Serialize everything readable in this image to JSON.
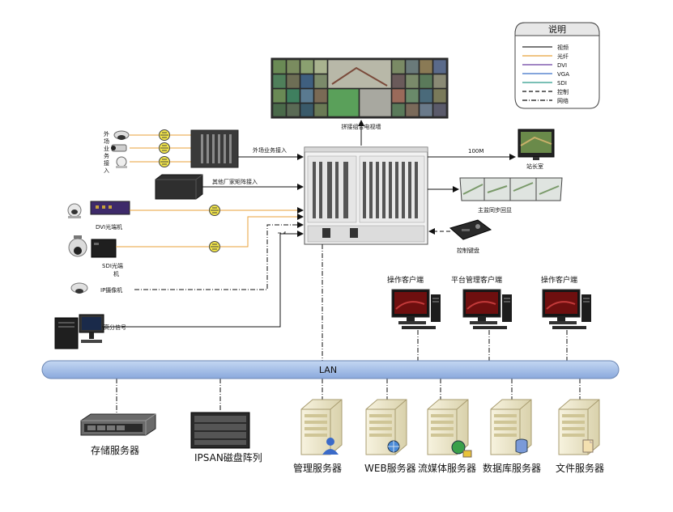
{
  "legend": {
    "title": "说明",
    "items": [
      {
        "label": "视频",
        "color": "#2a2a2a",
        "dash": "solid"
      },
      {
        "label": "光纤",
        "color": "#e8a23a",
        "dash": "solid"
      },
      {
        "label": "DVI",
        "color": "#6a3fa0",
        "dash": "solid"
      },
      {
        "label": "VGA",
        "color": "#3a6fc8",
        "dash": "solid"
      },
      {
        "label": "SDI",
        "color": "#2a9a8a",
        "dash": "solid"
      },
      {
        "label": "控制",
        "color": "#111111",
        "dash": "dash"
      },
      {
        "label": "网络",
        "color": "#111111",
        "dash": "dashdot"
      }
    ]
  },
  "labels": {
    "video_wall": "拼接组合电视墙",
    "external_access_vertical": "外场业务接入",
    "external_access": "外场业务接入",
    "other_matrix": "其他厂家矩阵接入",
    "dvi_optical": "DVI光端机",
    "sdi_optical_1": "SDI光端",
    "sdi_optical_2": "机",
    "ip_camera": "IP摄像机",
    "hd_signal": "高分信号",
    "bandwidth": "100M",
    "station_room": "站长室",
    "main_monitor": "主监同步回显",
    "control_keyboard": "控制键盘",
    "client_left": "操作客户端",
    "client_mid": "平台管理客户端",
    "client_right": "操作客户端",
    "lan": "LAN",
    "storage_server": "存储服务器",
    "ipsan": "IPSAN磁盘阵列",
    "mgmt_server": "管理服务器",
    "web_server": "WEB服务器",
    "media_server": "流媒体服务器",
    "db_server": "数据库服务器",
    "file_server": "文件服务器"
  },
  "colors": {
    "lan_bus": "#aac4ec",
    "lan_stroke": "#6b86b3",
    "fiber": "#e8a23a",
    "chassis": "#f2f2f2",
    "server_body": "#efe9cf"
  },
  "icons": [
    "dome-camera-icon",
    "bullet-camera-icon",
    "fiber-coupler-icon",
    "encoder-rack-icon",
    "matrix-icon",
    "monitor-icon",
    "server-tower-icon",
    "rack-server-icon",
    "disk-array-icon",
    "workstation-icon",
    "keyboard-icon"
  ]
}
